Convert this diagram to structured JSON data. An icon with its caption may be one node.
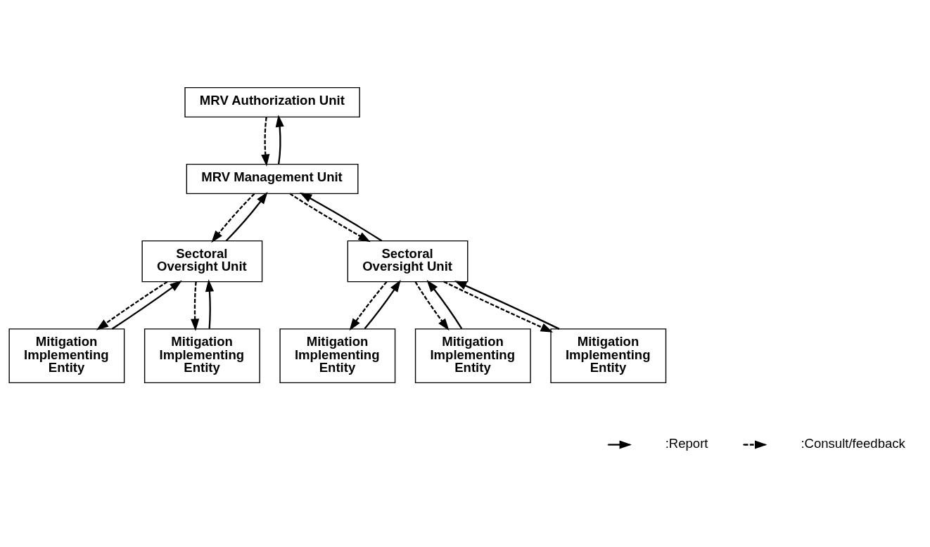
{
  "diagram": {
    "nodes": [
      {
        "text": [
          "MRV Authorization Unit"
        ]
      },
      {
        "text": [
          "MRV Management Unit"
        ]
      },
      {
        "text": [
          "Sectoral Oversight Unit"
        ]
      },
      {
        "text": [
          "Sectoral Oversight Unit"
        ]
      },
      {
        "text": [
          "Mitigation Implementing Entity"
        ]
      },
      {
        "text": [
          "Mitigation Implementing Entity"
        ]
      },
      {
        "text": [
          "Mitigation Implementing Entity"
        ]
      },
      {
        "text": [
          "Mitigation Implementing Entity"
        ]
      },
      {
        "text": [
          "Mitigation Implementing Entity"
        ]
      }
    ],
    "edges": [
      {
        "from": 1,
        "to": 0,
        "arrow": "to"
      },
      {
        "from": 0,
        "to": 1,
        "arrow": "to",
        "style": "dashed"
      },
      {
        "from": 2,
        "to": 1,
        "arrow": "to"
      },
      {
        "from": 1,
        "to": 2,
        "arrow": "to",
        "style": "dashed"
      },
      {
        "from": 3,
        "to": 1,
        "arrow": "to"
      },
      {
        "from": 1,
        "to": 3,
        "arrow": "to",
        "style": "dashed"
      },
      {
        "from": 4,
        "to": 2,
        "arrow": "to"
      },
      {
        "from": 2,
        "to": 4,
        "arrow": "to",
        "style": "dashed"
      },
      {
        "from": 5,
        "to": 2,
        "arrow": "to"
      },
      {
        "from": 2,
        "to": 5,
        "arrow": "to",
        "style": "dashed"
      },
      {
        "from": 6,
        "to": 3,
        "arrow": "to"
      },
      {
        "from": 3,
        "to": 6,
        "arrow": "to",
        "style": "dashed"
      },
      {
        "from": 7,
        "to": 3,
        "arrow": "to"
      },
      {
        "from": 3,
        "to": 7,
        "arrow": "to",
        "style": "dashed"
      },
      {
        "from": 8,
        "to": 3,
        "arrow": "to"
      },
      {
        "from": 3,
        "to": 8,
        "arrow": "to",
        "style": "dashed"
      }
    ],
    "legend": [
      {
        "text": ":Report"
      },
      {
        "text": ":Consult/feedback"
      }
    ]
  }
}
